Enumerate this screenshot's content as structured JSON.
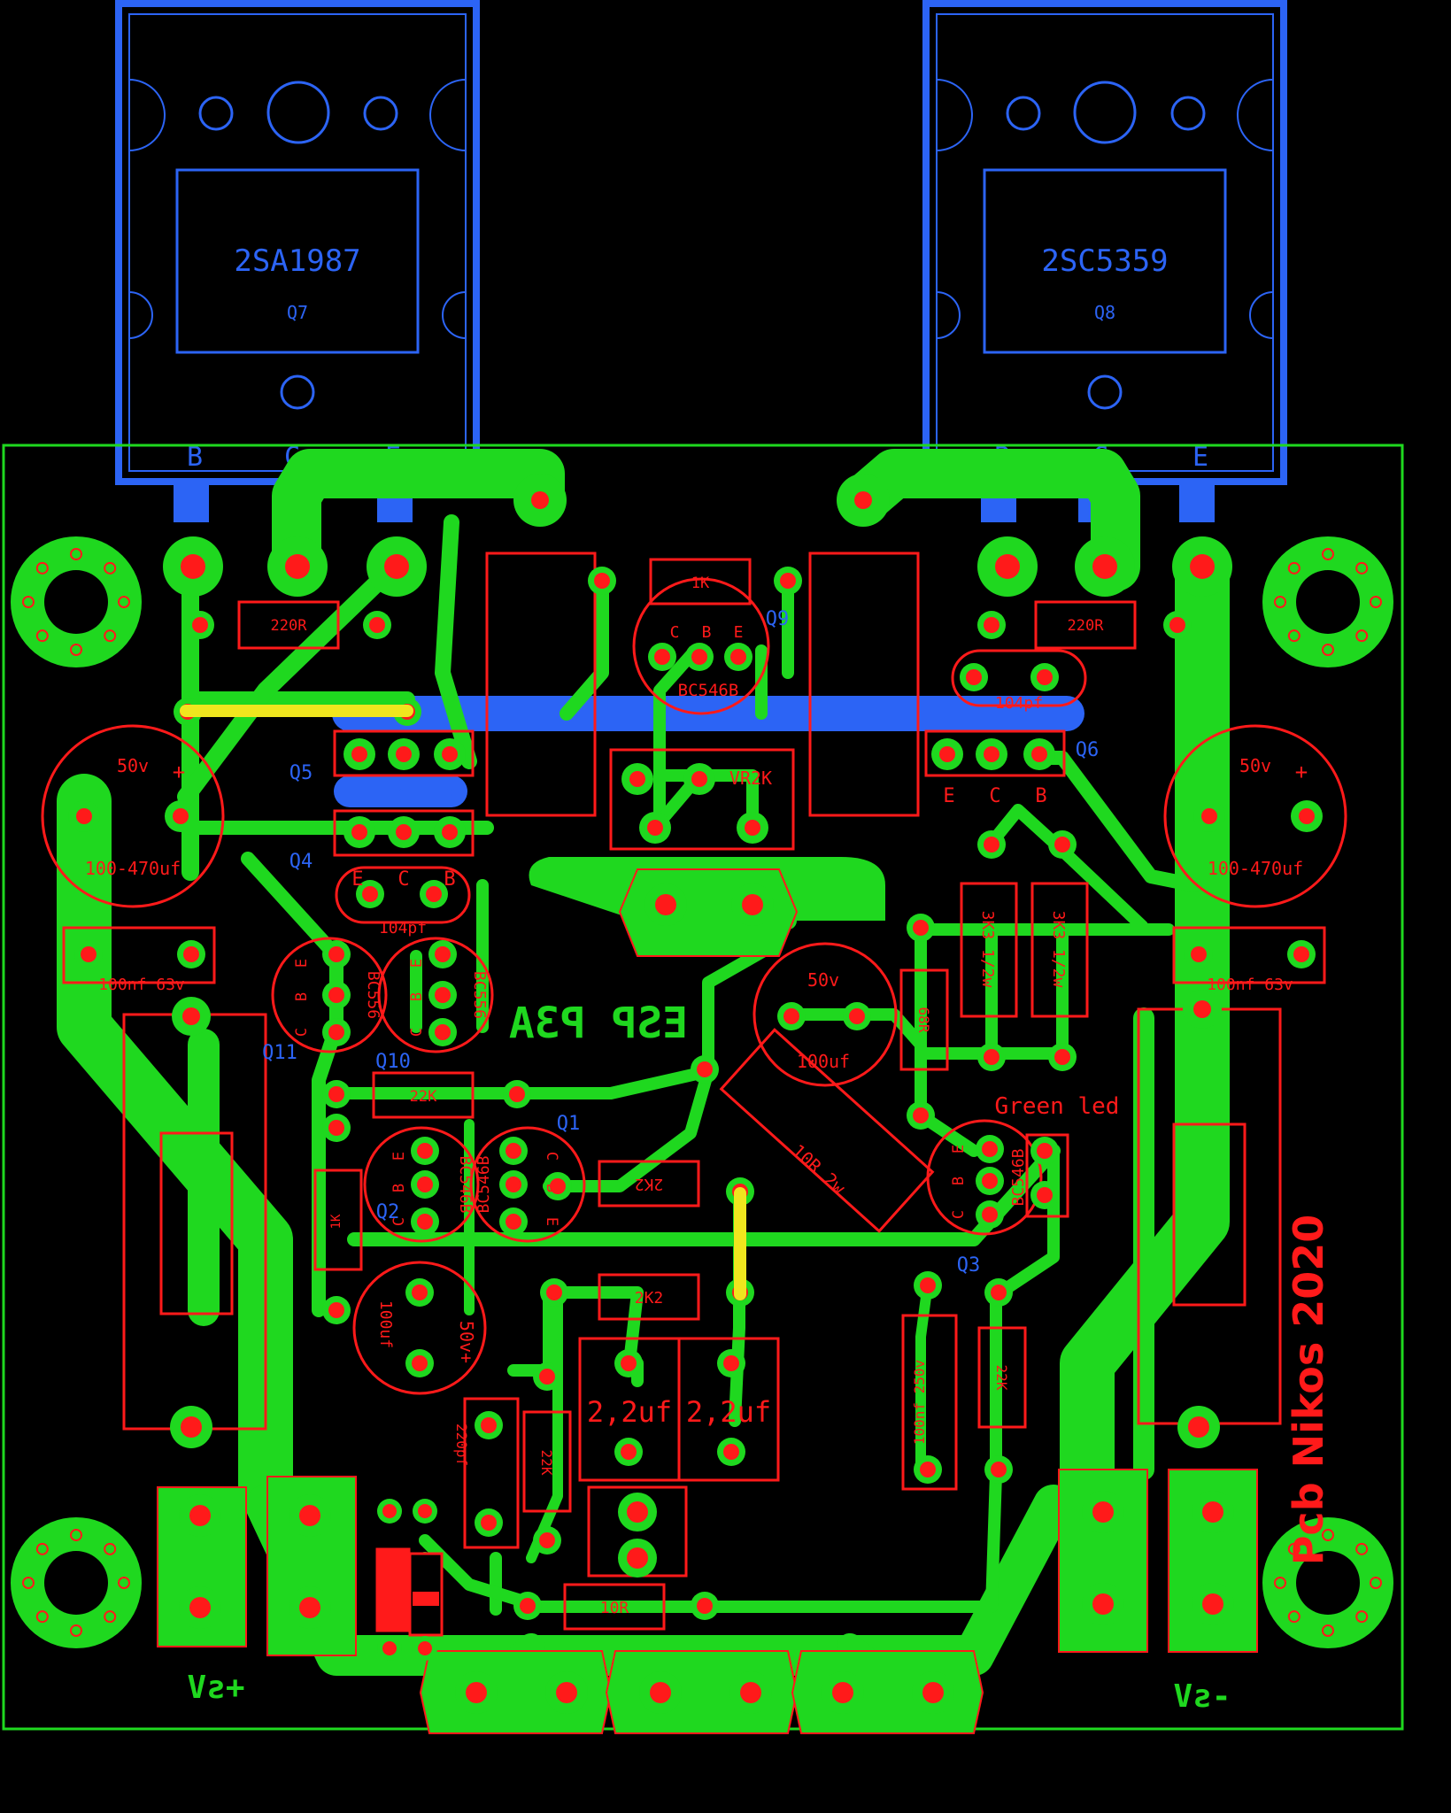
{
  "colors": {
    "background": "#000000",
    "copper": "#1FD81F",
    "pad": "#FF1A1A",
    "silk": "#FF1A1A",
    "heatsink": "#2C64F5",
    "jumper": "#F0E61E",
    "outline": "#1FD81F"
  },
  "transistors_power": [
    {
      "part": "2SA1987",
      "ref": "Q7",
      "pins": [
        "B",
        "C",
        "E"
      ]
    },
    {
      "part": "2SC5359",
      "ref": "Q8",
      "pins": [
        "B",
        "C",
        "E"
      ]
    }
  ],
  "labels": {
    "r220_left": "220R",
    "r220_right": "220R",
    "r1k": "1K",
    "q9_ref": "Q9",
    "q9_part": "BC546B",
    "q9_pins": [
      "C",
      "B",
      "E"
    ],
    "vr": "VR2K",
    "q5_ref": "Q5",
    "q4_ref": "Q4",
    "q6_ref": "Q6",
    "ecb_q5": [
      "E",
      "C",
      "B"
    ],
    "ecb_q4": [
      "E",
      "C",
      "B"
    ],
    "ecb_q6": [
      "E",
      "C",
      "B"
    ],
    "cap_left_v": "50v",
    "cap_left_val": "100-470uf",
    "cap_right_v": "50v",
    "cap_right_val": "100-470uf",
    "plus": "+",
    "cap_104_left": "104pf",
    "cap_104_right": "104pf",
    "cap_100nf_left": "100nf 63v",
    "cap_100nf_right": "100nf 63v",
    "q11_ref": "Q11",
    "q10_ref": "Q10",
    "bc556_a": "BC556",
    "bc556_b": "BC556",
    "cbe": [
      "C",
      "B",
      "E"
    ],
    "esp": "ESP P3A",
    "cap_mid_v": "50v",
    "cap_mid_val": "100uf",
    "r3k3_a": "3K3 1/2w",
    "r3k3_b": "3K3 1/2w",
    "r68r": "68R",
    "green_led": "Green led",
    "r22k_top": "22K",
    "q1_ref": "Q1",
    "q2_ref": "Q2",
    "bc546_a": "BC546B",
    "bc546_b": "BC546B",
    "bc546_c": "BC546B",
    "r2k2_a": "2K2",
    "r2k2_b": "2K2",
    "r10r2w": "10R 2w",
    "q3_ref": "Q3",
    "r1k_small": "1K",
    "cap_100uf_low": "100uf",
    "cap_50v_low": "50v+",
    "cap_100nf_250": "100nf 250v",
    "r22k_right": "22K",
    "cap_22_a": "2,2uf",
    "cap_22_b": "2,2uf",
    "cap_220pf": "220pf",
    "r22k_low": "22K",
    "r10r": "10R",
    "vs_plus": "+sV",
    "vs_minus": "-sV",
    "credit": "Pcb Nikos 2020"
  }
}
